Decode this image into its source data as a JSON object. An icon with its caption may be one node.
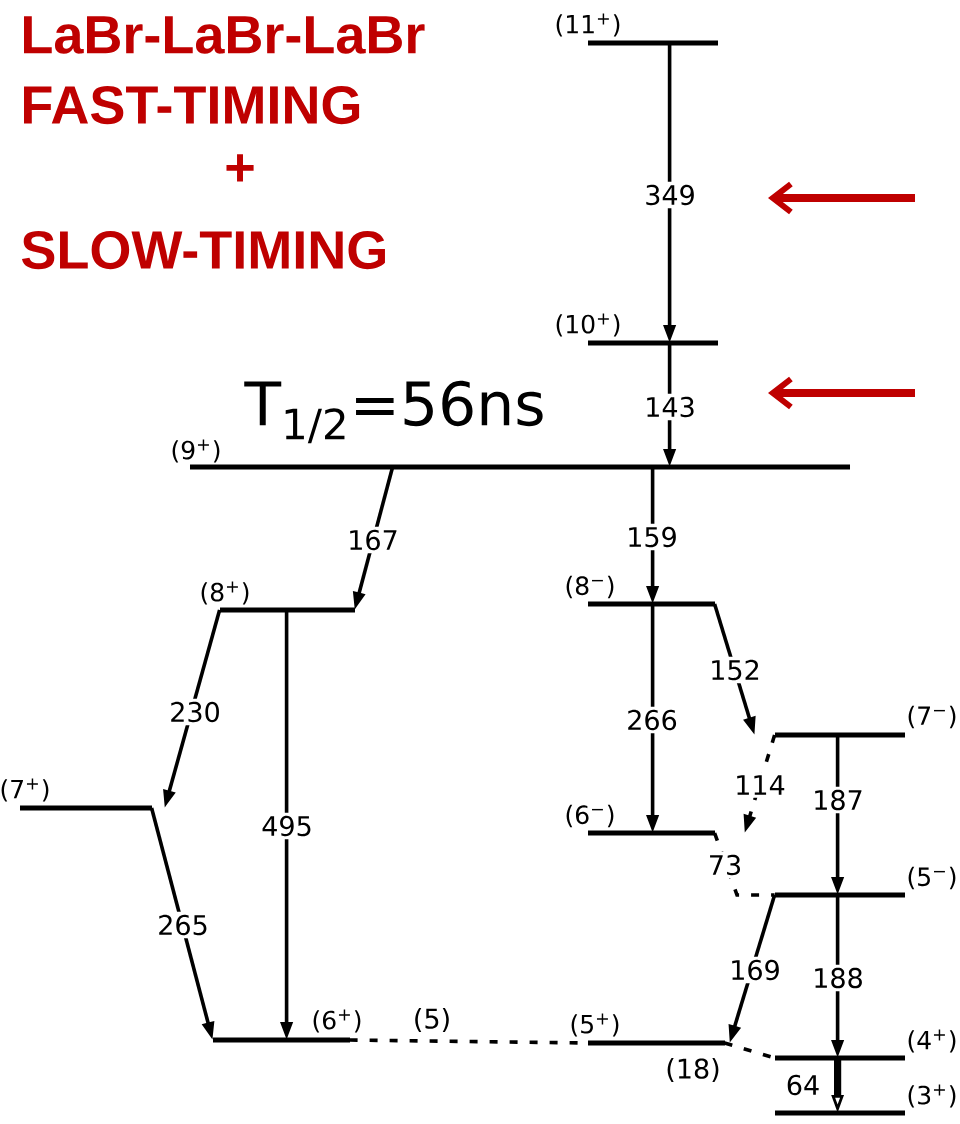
{
  "diagram": {
    "nodes": [
      {
        "text": [
          "(11$^{+}$)"
        ]
      },
      {
        "text": [
          "(10$^{+}$)"
        ]
      },
      {
        "text": [
          "(9$^{+}$)"
        ],
        "beside": [
          "T$_{1/2}$=56ns"
        ]
      },
      {
        "text": [
          "(8$^{+}$)"
        ]
      },
      {
        "text": [
          "(8$^{−}$)"
        ]
      },
      {
        "text": [
          "(7$^{+}$)"
        ]
      },
      {
        "text": [
          "(7$^{−}$)"
        ]
      },
      {
        "text": [
          "(6$^{−}$)"
        ]
      },
      {
        "text": [
          "(5$^{−}$)"
        ]
      },
      {
        "text": [
          "(6$^{+}$)"
        ]
      },
      {
        "text": [
          "(5$^{+}$)"
        ]
      },
      {
        "text": [
          "(4$^{+}$)"
        ]
      },
      {
        "text": [
          "(3$^{+}$)"
        ]
      }
    ],
    "edges": [
      {
        "from": 0,
        "to": 1,
        "arrow": "to",
        "label": "349"
      },
      {
        "from": 1,
        "to": 2,
        "arrow": "to",
        "label": "143"
      },
      {
        "from": 2,
        "to": 3,
        "arrow": "to",
        "label": "167"
      },
      {
        "from": 2,
        "to": 4,
        "arrow": "to",
        "label": "159"
      },
      {
        "from": 3,
        "to": 5,
        "arrow": "to",
        "label": "230"
      },
      {
        "from": 3,
        "to": 9,
        "arrow": "to",
        "label": "495"
      },
      {
        "from": 5,
        "to": 9,
        "arrow": "to",
        "label": "265"
      },
      {
        "from": 4,
        "to": 7,
        "arrow": "to",
        "label": "266"
      },
      {
        "from": 4,
        "to": 6,
        "arrow": "to",
        "label": "152"
      },
      {
        "from": 6,
        "to": 7,
        "arrow": "to",
        "label": "114",
        "style": "dashed"
      },
      {
        "from": 6,
        "to": 8,
        "arrow": "to",
        "label": "187"
      },
      {
        "from": 7,
        "to": 8,
        "arrow": "none",
        "label": "73",
        "style": "dashed"
      },
      {
        "from": 8,
        "to": 10,
        "arrow": "to",
        "label": "169"
      },
      {
        "from": 8,
        "to": 11,
        "arrow": "to",
        "label": "188"
      },
      {
        "from": 11,
        "to": 12,
        "arrow": "to",
        "label": "64",
        "style": "thick"
      },
      {
        "from": 9,
        "to": 10,
        "arrow": "none",
        "label": "(5)",
        "style": "dashed"
      },
      {
        "from": 10,
        "to": 11,
        "arrow": "none",
        "label": "(18)",
        "style": "dashed"
      }
    ],
    "labels": [
      "LaBr-LaBr-LaBr",
      "FAST-TIMING",
      "+",
      "SLOW-TIMING"
    ]
  }
}
